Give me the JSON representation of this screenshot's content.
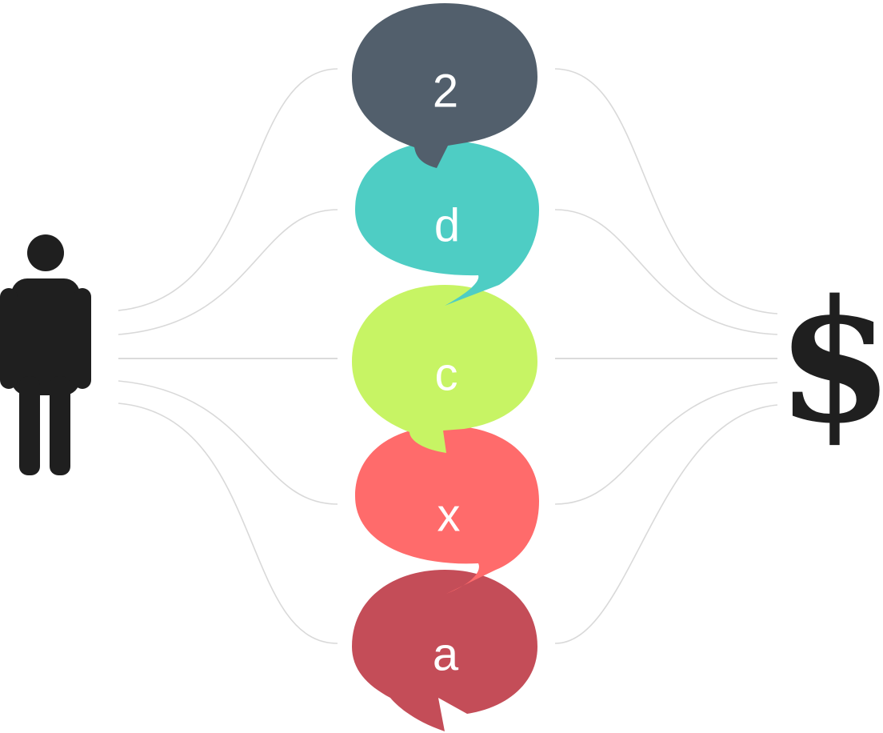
{
  "diagram": {
    "right_symbol": "$",
    "bubbles": [
      {
        "label": "2",
        "color": "#525f6c"
      },
      {
        "label": "d",
        "color": "#4ecdc4"
      },
      {
        "label": "c",
        "color": "#c7f464"
      },
      {
        "label": "x",
        "color": "#ff6b6b"
      },
      {
        "label": "a",
        "color": "#c44d58"
      }
    ],
    "connector_color": "#d9d9d9",
    "person_icon_color": "#1f1f1f"
  }
}
